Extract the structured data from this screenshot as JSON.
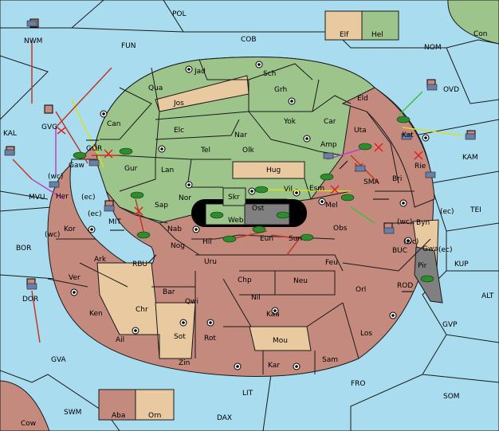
{
  "map": {
    "regions": {
      "POL": "POL",
      "COB": "COB",
      "FUN": "FUN",
      "NOM": "NOM",
      "Con": "Con",
      "Elf": "Elf",
      "Hel": "Hel",
      "NWM": "NWM",
      "KAL": "KAL",
      "GVG": "GVG",
      "MVU": "MVU",
      "BOR": "BOR",
      "DOR": "DOR",
      "GVA": "GVA",
      "Cow": "Cow",
      "SWM": "SWM",
      "Aba": "Aba",
      "Orn": "Orn",
      "DAX": "DAX",
      "LIT": "LIT",
      "FRO": "FRO",
      "SOM": "SOM",
      "GVP": "GVP",
      "ALT": "ALT",
      "KUP": "KUP",
      "TEI": "TEI",
      "KAM": "KAM",
      "OVD": "OVD",
      "Jad": "Jad",
      "Sch": "Sch",
      "Qua": "Qua",
      "Jos": "Jos",
      "Grh": "Grh",
      "Can": "Can",
      "Yok": "Yok",
      "Car": "Car",
      "Eld": "Eld",
      "Elc": "Elc",
      "Nar": "Nar",
      "Olk": "Olk",
      "Tel": "Tel",
      "Uta": "Uta",
      "Gur": "Gur",
      "Lan": "Lan",
      "Hug": "Hug",
      "Amp": "Amp",
      "Kat": "Kat",
      "Gaw": "Gaw",
      "GOR": "GOR",
      "wc": "(wc)",
      "ec": "(ec)",
      "Her": "Her",
      "Nor": "Nor",
      "Vil": "Vil",
      "Esm": "Esm",
      "SMA": "SMA",
      "Bri": "Bri",
      "Rie": "Rie",
      "Skr": "Skr",
      "Ost": "Ost",
      "Sap": "Sap",
      "Web": "Web",
      "Mel": "Mel",
      "Byn": "Byn",
      "Kor": "Kor",
      "MIT": "MIT",
      "Nab": "Nab",
      "Eun": "Eun",
      "Sun": "Sun",
      "Obs": "Obs",
      "Hil": "Hil",
      "Nog": "Nog",
      "Ark": "Ark",
      "RBU": "RBU",
      "BUC": "BUC",
      "Gwa": "Gwa",
      "Pir": "Pir",
      "Uru": "Uru",
      "Feu": "Feu",
      "Ver": "Ver",
      "Chp": "Chp",
      "Neu": "Neu",
      "Bar": "Bar",
      "Qwi": "Qwi",
      "Nil": "Nil",
      "Orl": "Orl",
      "ROD": "ROD",
      "Ken": "Ken",
      "Chr": "Chr",
      "Kaa": "Kaa",
      "Sot": "Sot",
      "Rot": "Rot",
      "Los": "Los",
      "Ail": "Ail",
      "Mou": "Mou",
      "Zin": "Zin",
      "Kar": "Kar",
      "Sam": "Sam"
    }
  },
  "colors": {
    "sea": "#a9dcee",
    "green": "#9dc48b",
    "brown": "#c48a7e",
    "tan": "#e8c9a0",
    "gray": "#808080"
  }
}
